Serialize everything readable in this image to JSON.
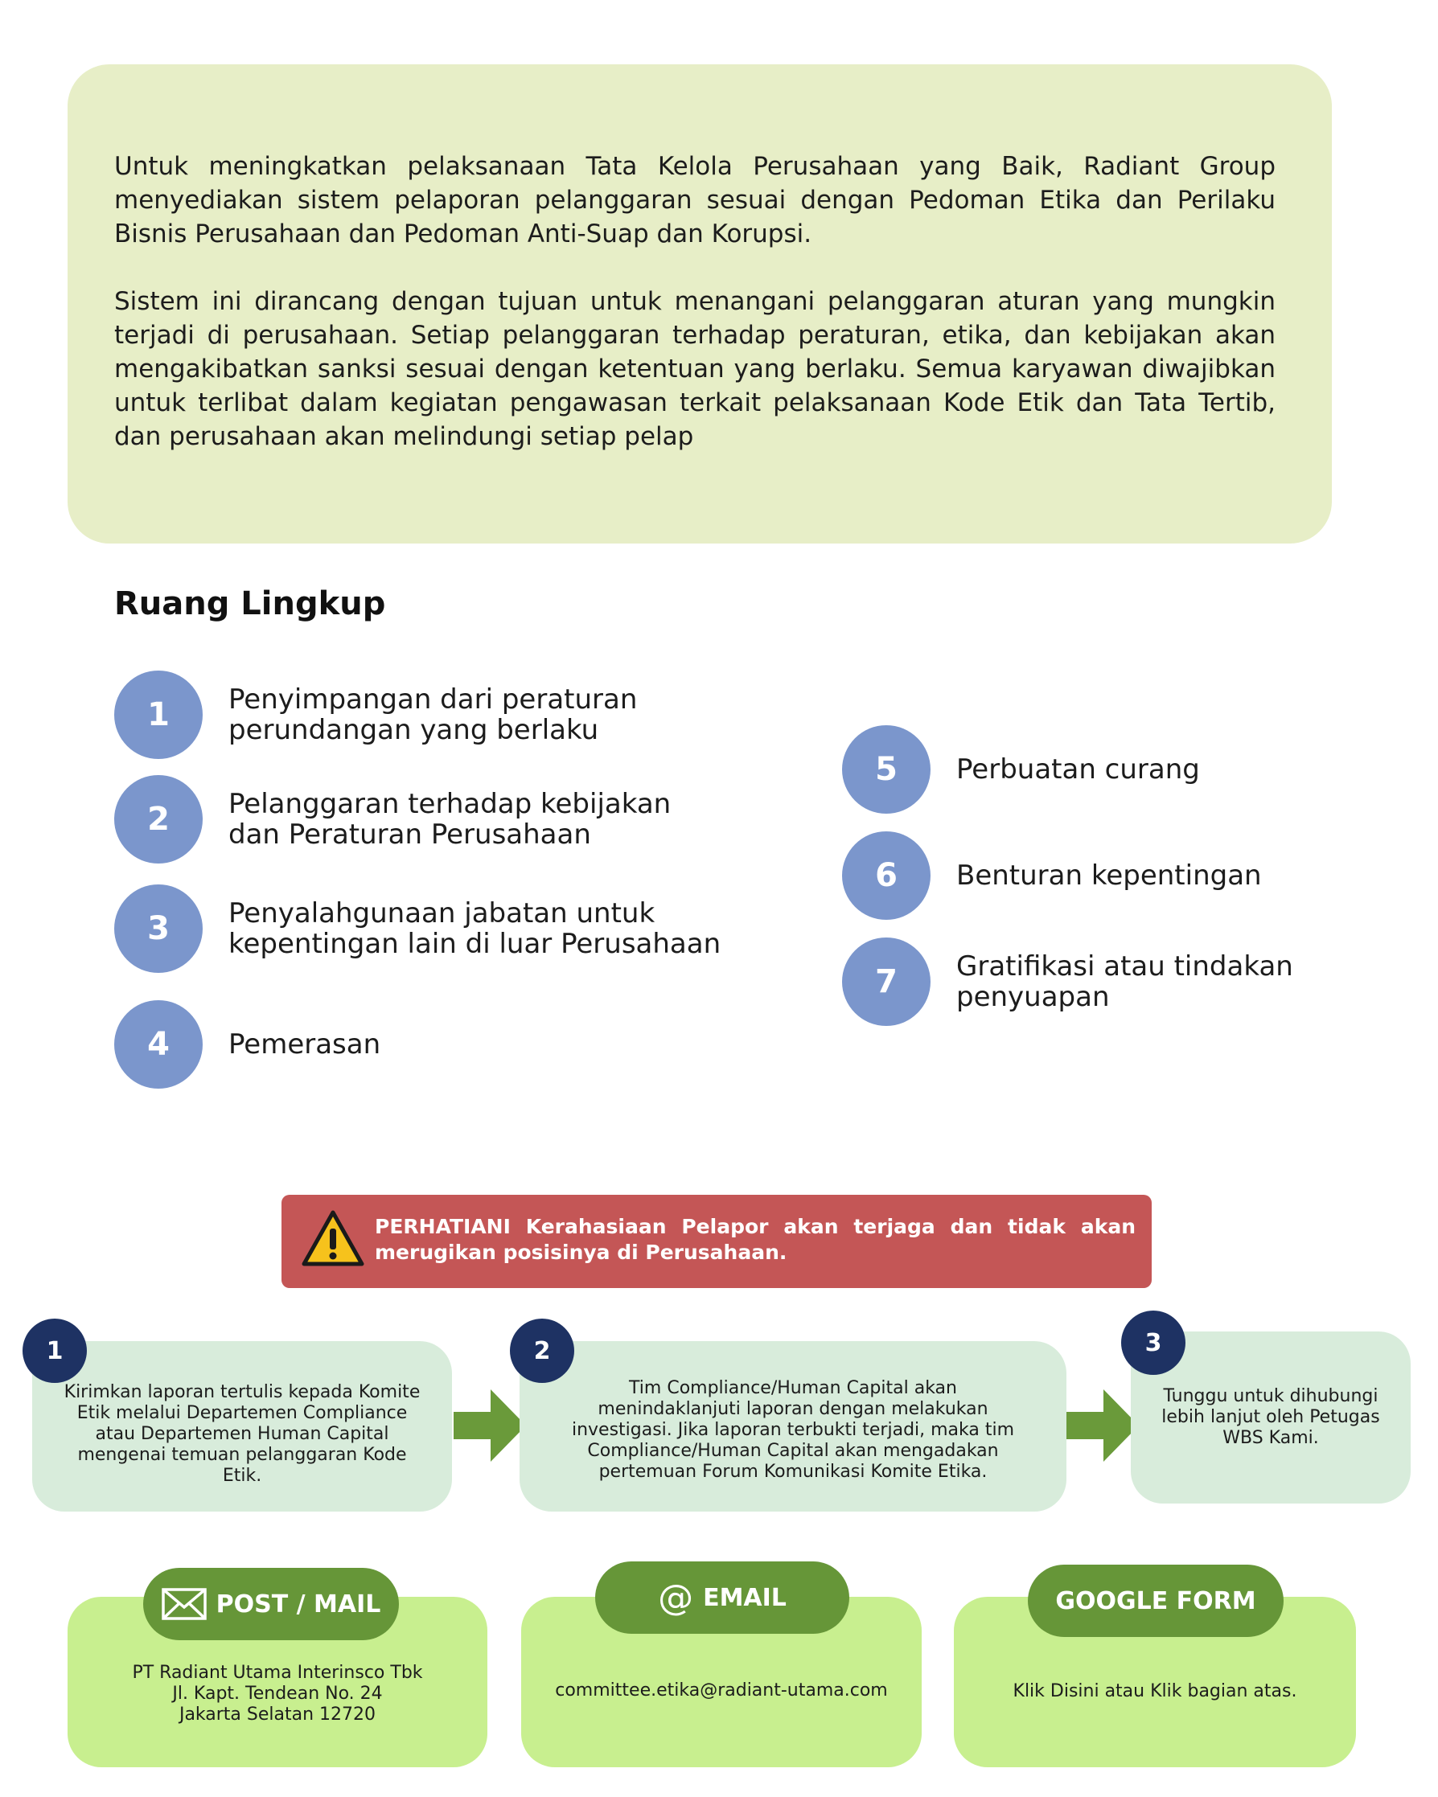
{
  "intro": {
    "paragraphs": [
      "Untuk meningkatkan pelaksanaan Tata Kelola Perusahaan yang Baik, Radiant Group menyediakan sistem pelaporan pelanggaran sesuai dengan Pedoman Etika dan Perilaku Bisnis Perusahaan dan Pedoman Anti-Suap dan Korupsi.",
      "Sistem ini dirancang dengan tujuan untuk menangani pelanggaran aturan yang mungkin terjadi di perusahaan. Setiap pelanggaran terhadap peraturan, etika, dan kebijakan akan mengakibatkan sanksi sesuai dengan ketentuan yang berlaku. Semua karyawan diwajibkan untuk terlibat dalam kegiatan pengawasan terkait pelaksanaan Kode Etik dan Tata Tertib, dan perusahaan akan melindungi setiap pelap"
    ]
  },
  "scope": {
    "title": "Ruang Lingkup",
    "items": [
      {
        "num": "1",
        "label": "Penyimpangan dari peraturan perundangan yang berlaku"
      },
      {
        "num": "2",
        "label": "Pelanggaran terhadap kebijakan dan Peraturan Perusahaan"
      },
      {
        "num": "3",
        "label": "Penyalahgunaan jabatan untuk kepentingan lain di luar Perusahaan"
      },
      {
        "num": "4",
        "label": "Pemerasan"
      },
      {
        "num": "5",
        "label": "Perbuatan curang"
      },
      {
        "num": "6",
        "label": "Benturan kepentingan"
      },
      {
        "num": "7",
        "label": "Gratifikasi atau tindakan penyuapan"
      }
    ]
  },
  "warning": {
    "text": "PERHATIANI Kerahasiaan Pelapor akan terjaga dan tidak akan merugikan posisinya di Perusahaan.",
    "icon": "warning-triangle-icon",
    "color": "#c45656"
  },
  "steps": [
    {
      "num": "1",
      "text": "Kirimkan laporan tertulis kepada Komite Etik melalui Departemen Compliance atau Departemen Human Capital mengenai temuan pelanggaran Kode Etik."
    },
    {
      "num": "2",
      "text": "Tim Compliance/Human Capital akan menindaklanjuti laporan dengan melakukan investigasi. Jika laporan terbukti terjadi, maka tim Compliance/Human Capital akan mengadakan pertemuan Forum Komunikasi Komite Etika."
    },
    {
      "num": "3",
      "text": "Tunggu untuk dihubungi lebih lanjut oleh Petugas WBS Kami."
    }
  ],
  "contacts": {
    "post": {
      "label": "POST / MAIL",
      "icon": "envelope-icon",
      "lines": [
        "PT Radiant Utama Interinsco Tbk",
        "Jl. Kapt. Tendean No. 24",
        "Jakarta Selatan 12720"
      ]
    },
    "email": {
      "label": "EMAIL",
      "icon": "at-sign-icon",
      "address": "committee.etika@radiant-utama.com"
    },
    "form": {
      "label": "GOOGLE FORM",
      "text": "Klik Disini atau Klik bagian atas."
    }
  },
  "colors": {
    "panel": "#e7eec7",
    "circle": "#7b96cc",
    "step_badge": "#1e3263",
    "step_box": "#d8ecdb",
    "arrow": "#6a9a3a",
    "contact_box": "#c8ef8f",
    "contact_pill": "#669638"
  }
}
